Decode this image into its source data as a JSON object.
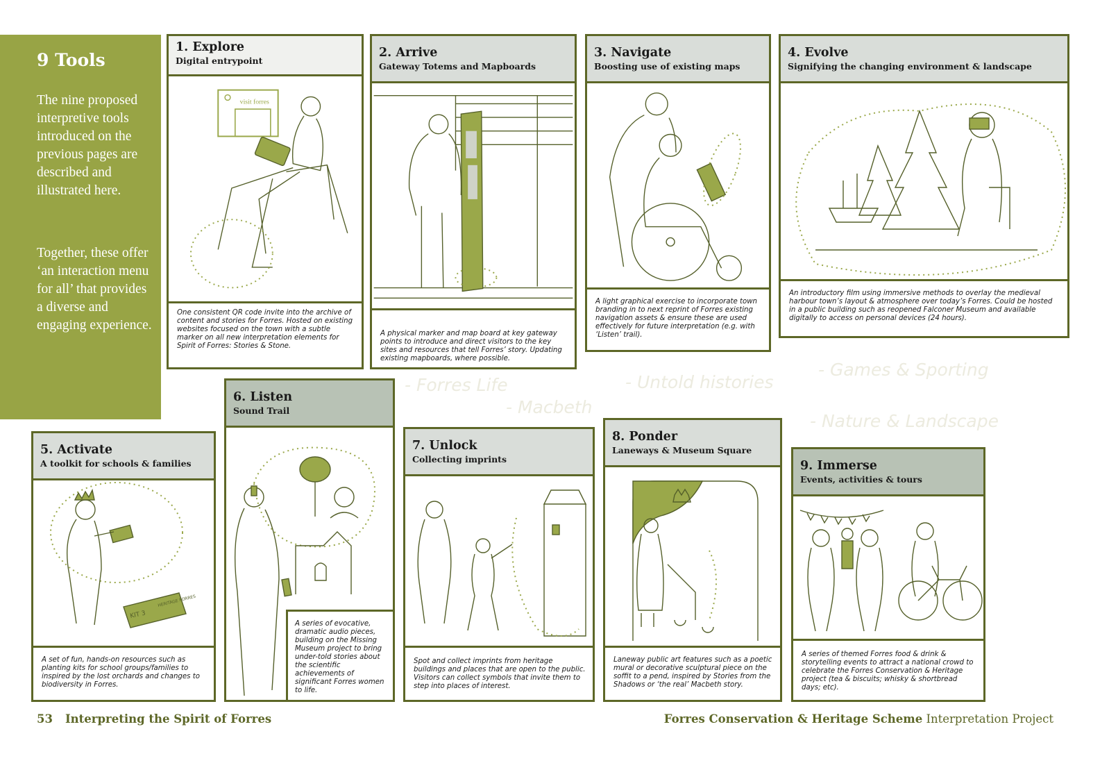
{
  "sidebar": {
    "title": "9 Tools",
    "paragraph1": "The nine proposed interpretive tools introduced on the previous pages are described and illustrated here.",
    "paragraph2": "Together, these offer ‘an interaction menu for all’ that provides a diverse and engaging experience."
  },
  "tools": [
    {
      "title": "1. Explore",
      "subtitle": "Digital entrypoint",
      "sign_text": "visit forres",
      "caption": "One consistent QR code invite into the archive of content and stories for Forres. Hosted on existing websites focused on the town with a subtle marker on all new interpretation elements for Spirit of Forres: Stories & Stone."
    },
    {
      "title": "2. Arrive",
      "subtitle": "Gateway Totems and Mapboards",
      "caption": "A physical marker and map board at key gateway points to introduce and direct visitors to the key sites and resources that tell Forres’ story. Updating existing mapboards, where possible."
    },
    {
      "title": "3. Navigate",
      "subtitle": "Boosting use of existing maps",
      "caption": "A light graphical exercise to incorporate town branding in to next reprint of Forres existing navigation assets & ensure these are used effectively for future interpretation (e.g. with ‘Listen’ trail)."
    },
    {
      "title": "4. Evolve",
      "subtitle": "Signifying the changing environment & landscape",
      "caption": "An introductory film using immersive methods to overlay the medieval harbour town’s layout & atmosphere over today’s Forres. Could be hosted in a public building such as reopened Falconer Museum and available digitally to access on personal devices (24 hours)."
    },
    {
      "title": "5. Activate",
      "subtitle": "A toolkit for schools & families",
      "box_label": "KIT 3",
      "box_label2": "HERITAGE FORRES",
      "caption": "A set of fun, hands-on resources such as planting kits for school groups/families to inspired by the lost orchards and changes to biodiversity in Forres."
    },
    {
      "title": "6. Listen",
      "subtitle": "Sound Trail",
      "caption": "A series of evocative, dramatic audio pieces, building on the Missing Museum project to bring under-told stories about the scientific achievements of significant Forres women to life."
    },
    {
      "title": "7. Unlock",
      "subtitle": "Collecting imprints",
      "caption": "Spot and collect imprints from heritage buildings and places that are open to the public. Visitors can collect symbols that invite them to step into places of interest."
    },
    {
      "title": "8. Ponder",
      "subtitle": "Laneways & Museum Square",
      "caption": "Laneway public art features such as a poetic mural or decorative sculptural piece on the soffit to a pend, inspired by Stories from the Shadows or ‘the real’ Macbeth story."
    },
    {
      "title": "9. Immerse",
      "subtitle": "Events, activities & tours",
      "caption": "A series of themed Forres food & drink & storytelling events to attract a national crowd to celebrate the Forres Conservation & Heritage project (tea & biscuits; whisky & shortbread days; etc)."
    }
  ],
  "themes": [
    "- Forres Life",
    "- Macbeth",
    "- Untold histories",
    "- Games & Sporting",
    "- Nature & Landscape"
  ],
  "footer": {
    "page_number": "53",
    "left_title": "Interpreting the Spirit of Forres",
    "right_bold": "Forres Conservation & Heritage Scheme",
    "right_regular": "Interpretation Project"
  },
  "colors": {
    "sidebar_green": "#98a445",
    "border_olive": "#5d6727",
    "header_grey": "#d9ddd9",
    "header_sage": "#b8c2b5",
    "accent_green": "#9aa84a",
    "ghost_text": "#ecebdf"
  }
}
